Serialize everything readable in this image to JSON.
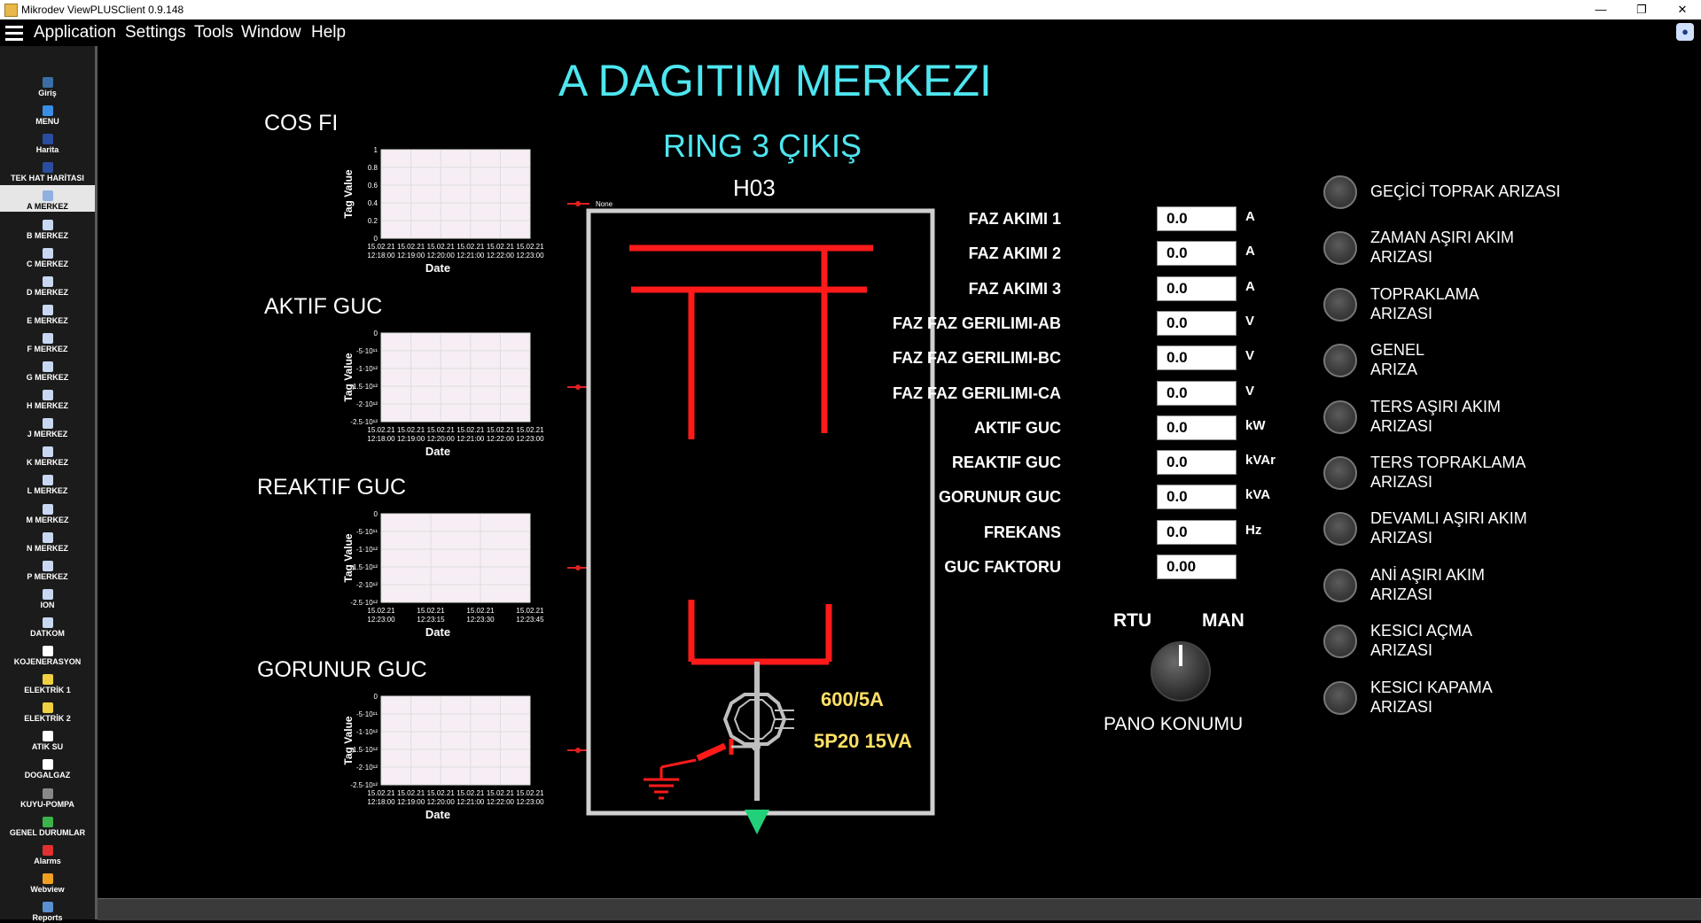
{
  "window": {
    "title": "Mikrodev ViewPLUSClient 0.9.148"
  },
  "menu": [
    "Application",
    "Settings",
    "Tools",
    "Window",
    "Help"
  ],
  "sidebar": [
    {
      "label": "Giriş",
      "icon": "monitor-icon",
      "color": "#3a6ea5"
    },
    {
      "label": "MENU",
      "icon": "menu-icon",
      "color": "#3a8ee6"
    },
    {
      "label": "Harita",
      "icon": "map-icon",
      "color": "#2b4da0"
    },
    {
      "label": "TEK HAT HARİTASI",
      "icon": "map-icon",
      "color": "#2b4da0"
    },
    {
      "label": "A MERKEZ",
      "icon": "shield-icon",
      "color": "#8fb0e0",
      "active": true
    },
    {
      "label": "B MERKEZ",
      "icon": "shield-icon",
      "color": "#c8d8f0"
    },
    {
      "label": "C MERKEZ",
      "icon": "shield-icon",
      "color": "#c8d8f0"
    },
    {
      "label": "D MERKEZ",
      "icon": "shield-icon",
      "color": "#c8d8f0"
    },
    {
      "label": "E MERKEZ",
      "icon": "shield-icon",
      "color": "#c8d8f0"
    },
    {
      "label": "F MERKEZ",
      "icon": "shield-icon",
      "color": "#c8d8f0"
    },
    {
      "label": "G MERKEZ",
      "icon": "shield-icon",
      "color": "#c8d8f0"
    },
    {
      "label": "H MERKEZ",
      "icon": "shield-icon",
      "color": "#c8d8f0"
    },
    {
      "label": "J MERKEZ",
      "icon": "shield-icon",
      "color": "#c8d8f0"
    },
    {
      "label": "K MERKEZ",
      "icon": "shield-icon",
      "color": "#c8d8f0"
    },
    {
      "label": "L MERKEZ",
      "icon": "shield-icon",
      "color": "#c8d8f0"
    },
    {
      "label": "M MERKEZ",
      "icon": "shield-icon",
      "color": "#c8d8f0"
    },
    {
      "label": "N MERKEZ",
      "icon": "shield-icon",
      "color": "#c8d8f0"
    },
    {
      "label": "P MERKEZ",
      "icon": "shield-icon",
      "color": "#c8d8f0"
    },
    {
      "label": "ION",
      "icon": "monitor-icon",
      "color": "#c8d8f0"
    },
    {
      "label": "DATKOM",
      "icon": "monitor-icon",
      "color": "#c8d8f0"
    },
    {
      "label": "KOJENERASYON",
      "icon": "check-icon",
      "color": "#ffffff"
    },
    {
      "label": "ELEKTRİK 1",
      "icon": "bulb-icon",
      "color": "#f0d040"
    },
    {
      "label": "ELEKTRİK 2",
      "icon": "bulb-icon",
      "color": "#f0d040"
    },
    {
      "label": "ATIK SU",
      "icon": "check-icon",
      "color": "#ffffff"
    },
    {
      "label": "DOGALGAZ",
      "icon": "check-icon",
      "color": "#ffffff"
    },
    {
      "label": "KUYU-POMPA",
      "icon": "pump-icon",
      "color": "#888888"
    },
    {
      "label": "GENEL DURUMLAR",
      "icon": "status-icon",
      "color": "#3cb44b"
    },
    {
      "label": "Alarms",
      "icon": "alarm-icon",
      "color": "#e03030"
    },
    {
      "label": "Webview",
      "icon": "globe-icon",
      "color": "#f0a020"
    },
    {
      "label": "Reports",
      "icon": "report-icon",
      "color": "#5a90d0"
    }
  ],
  "header": {
    "title": "A DAGITIM MERKEZI",
    "subtitle": "RING 3 ÇIKIŞ",
    "cell": "H03"
  },
  "charts": [
    {
      "title": "COS FI",
      "ylabel": "Tag Value",
      "xlabel": "Date",
      "legend": "None",
      "yticks": [
        "1",
        "0.8",
        "0.6",
        "0.4",
        "0.2",
        "0"
      ],
      "xticks": [
        [
          "15.02.21",
          "12:18:00"
        ],
        [
          "15.02.21",
          "12:19:00"
        ],
        [
          "15.02.21",
          "12:20:00"
        ],
        [
          "15.02.21",
          "12:21:00"
        ],
        [
          "15.02.21",
          "12:22:00"
        ],
        [
          "15.02.21",
          "12:23:00"
        ]
      ]
    },
    {
      "title": "AKTIF GUC",
      "ylabel": "Tag Value",
      "xlabel": "Date",
      "legend": "None",
      "yticks": [
        "0",
        "-5·10¹¹",
        "-1·10¹²",
        "-1.5·10¹²",
        "-2·10¹²",
        "-2.5·10¹²"
      ],
      "xticks": [
        [
          "15.02.21",
          "12:18:00"
        ],
        [
          "15.02.21",
          "12:19:00"
        ],
        [
          "15.02.21",
          "12:20:00"
        ],
        [
          "15.02.21",
          "12:21:00"
        ],
        [
          "15.02.21",
          "12:22:00"
        ],
        [
          "15.02.21",
          "12:23:00"
        ]
      ]
    },
    {
      "title": "REAKTIF GUC",
      "ylabel": "Tag Value",
      "xlabel": "Date",
      "legend": "None",
      "yticks": [
        "0",
        "-5·10¹¹",
        "-1·10¹²",
        "-1.5·10¹²",
        "-2·10¹²",
        "-2.5·10¹²"
      ],
      "xticks": [
        [
          "15.02.21",
          "12:23:00"
        ],
        [
          "15.02.21",
          "12:23:15"
        ],
        [
          "15.02.21",
          "12:23:30"
        ],
        [
          "15.02.21",
          "12:23:45"
        ]
      ]
    },
    {
      "title": "GORUNUR GUC",
      "ylabel": "Tag Value",
      "xlabel": "Date",
      "legend": "None",
      "yticks": [
        "0",
        "-5·10¹¹",
        "-1·10¹²",
        "-1.5·10¹²",
        "-2·10¹²",
        "-2.5·10¹²"
      ],
      "xticks": [
        [
          "15.02.21",
          "12:18:00"
        ],
        [
          "15.02.21",
          "12:19:00"
        ],
        [
          "15.02.21",
          "12:20:00"
        ],
        [
          "15.02.21",
          "12:21:00"
        ],
        [
          "15.02.21",
          "12:22:00"
        ],
        [
          "15.02.21",
          "12:23:00"
        ]
      ]
    }
  ],
  "diagram": {
    "ct_ratio": "600/5A",
    "ct_class": "5P20 15VA"
  },
  "measurements": [
    {
      "label": "FAZ AKIMI 1",
      "value": "0.0",
      "unit": "A"
    },
    {
      "label": "FAZ AKIMI 2",
      "value": "0.0",
      "unit": "A"
    },
    {
      "label": "FAZ AKIMI 3",
      "value": "0.0",
      "unit": "A"
    },
    {
      "label": "FAZ FAZ GERILIMI-AB",
      "value": "0.0",
      "unit": "V"
    },
    {
      "label": "FAZ FAZ GERILIMI-BC",
      "value": "0.0",
      "unit": "V"
    },
    {
      "label": "FAZ FAZ GERILIMI-CA",
      "value": "0.0",
      "unit": "V"
    },
    {
      "label": "AKTIF GUC",
      "value": "0.0",
      "unit": "kW"
    },
    {
      "label": "REAKTIF GUC",
      "value": "0.0",
      "unit": "kVAr"
    },
    {
      "label": "GORUNUR GUC",
      "value": "0.0",
      "unit": "kVA"
    },
    {
      "label": "FREKANS",
      "value": "0.0",
      "unit": "Hz"
    },
    {
      "label": "GUC FAKTORU",
      "value": "0.00",
      "unit": ""
    }
  ],
  "selector": {
    "left": "RTU",
    "right": "MAN",
    "caption": "PANO KONUMU"
  },
  "alarms": [
    [
      "GEÇİCİ TOPRAK ARIZASI"
    ],
    [
      "ZAMAN AŞIRI AKIM",
      "ARIZASI"
    ],
    [
      "TOPRAKLAMA",
      "ARIZASI"
    ],
    [
      "GENEL",
      "ARIZA"
    ],
    [
      "TERS AŞIRI AKIM",
      "ARIZASI"
    ],
    [
      "TERS TOPRAKLAMA",
      "ARIZASI"
    ],
    [
      "DEVAMLI AŞIRI AKIM",
      "ARIZASI"
    ],
    [
      "ANİ AŞIRI AKIM",
      "ARIZASI"
    ],
    [
      "KESICI AÇMA",
      "ARIZASI"
    ],
    [
      "KESICI KAPAMA",
      "ARIZASI"
    ]
  ],
  "colors": {
    "title": "#4ee6f0",
    "busbar": "#ff1a1a",
    "ct_label": "#ffe066",
    "arrow": "#22d07a"
  }
}
